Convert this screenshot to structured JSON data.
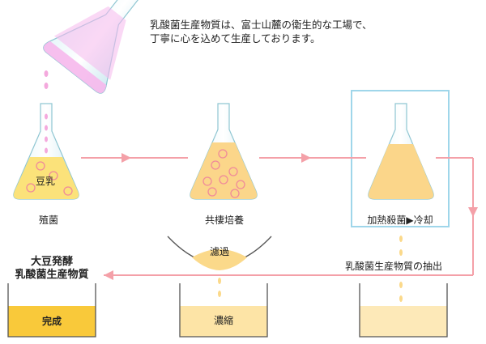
{
  "intro": {
    "line1": "乳酸菌生産物質は、富士山麓の衛生的な工場で、",
    "line2": "丁寧に心を込めて生産しております。"
  },
  "steps": {
    "flask1_inner": "豆乳",
    "breeding": "殖菌",
    "coculture": "共棲培養",
    "sterilize": "加熱殺菌▶冷却",
    "filter": "濾過",
    "extract": "乳酸菌生産物質の抽出",
    "concentrate": "濃縮",
    "complete": "完成",
    "result_line1": "大豆発酵",
    "result_line2": "乳酸菌生産物質"
  },
  "colors": {
    "arrow": "#f4a0a8",
    "liquid": "#fbd98a",
    "liquid_dark": "#f7c23c",
    "bubble": "#f08a9a",
    "pink": "#f7b9e6",
    "glass": "#bfe3ea",
    "highlight_box": "#9fd6ea"
  }
}
